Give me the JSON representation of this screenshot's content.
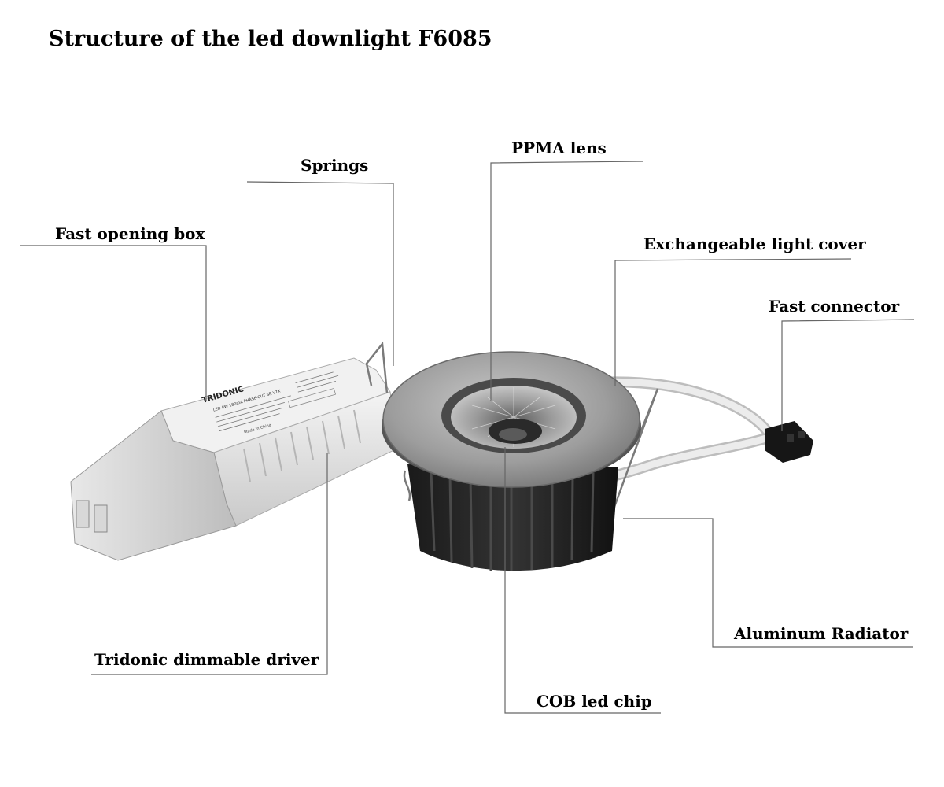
{
  "title": "Structure of the led downlight F6085",
  "callouts": {
    "springs": "Springs",
    "ppma_lens": "PPMA lens",
    "fast_opening_box": "Fast opening box",
    "exchangeable_light_cover": "Exchangeable light cover",
    "fast_connector": "Fast connector",
    "aluminum_radiator": "Aluminum Radiator",
    "tridonic_dimmable_driver": "Tridonic dimmable driver",
    "cob_led_chip": "COB led chip"
  },
  "driver_label": {
    "brand": "TRIDONIC",
    "model": "LED 8W 180mA PHASE-CUT SR VTX",
    "origin": "Made in China"
  }
}
